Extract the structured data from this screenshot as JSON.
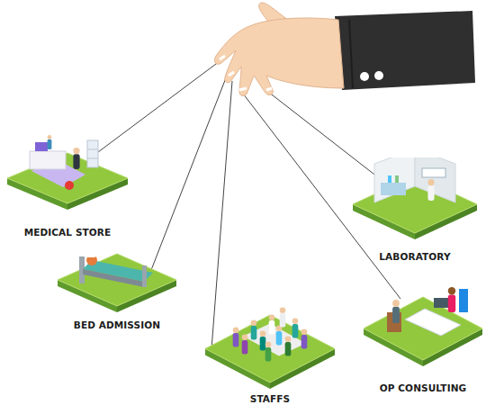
{
  "diagram": {
    "nodes": [
      {
        "text": [
          "MEDICAL STORE"
        ]
      },
      {
        "text": [
          "LABORATORY"
        ]
      },
      {
        "text": [
          "BED ADMISSION"
        ]
      },
      {
        "text": [
          "OP CONSULTING"
        ]
      },
      {
        "text": [
          "STAFFS"
        ]
      }
    ]
  }
}
